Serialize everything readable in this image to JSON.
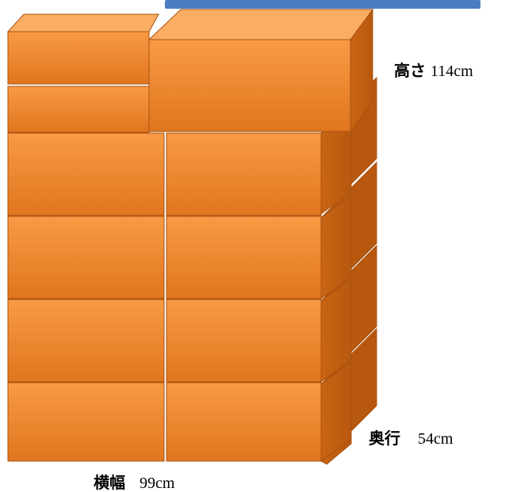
{
  "colors": {
    "front_light": "#f99a45",
    "front_dark": "#e0761e",
    "side": "#c96514",
    "side_dark": "#b8580f",
    "top": "#fbad63",
    "seam": "#a9520f",
    "top_bar": "#4a7cc2"
  },
  "labels": {
    "height": {
      "name": "高さ",
      "value": "114cm"
    },
    "depth": {
      "name": "奥行",
      "value": "54cm"
    },
    "width": {
      "name": "横幅",
      "value": "99cm"
    }
  },
  "boxes": {
    "rows": 4,
    "columns": 2,
    "top_left_stack": 2,
    "top_right_stack": 1
  }
}
